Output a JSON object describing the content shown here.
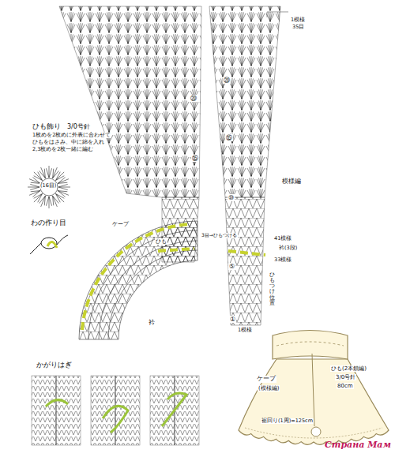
{
  "diagram": {
    "labels": [
      "ひも飾り",
      "3/0号針",
      "1枚めを2枚めに外表に合わせて",
      "ひもをはさみ、中に綿を入れ",
      "2,3枚めを2枚一緒に編む",
      "(16目)",
      "わの作り目",
      "ケープ",
      "ひも",
      "衿",
      "⑳",
      "⑮",
      "⑳",
      "⑮",
      "⑩",
      "⑤",
      "①",
      "1模様",
      "35目",
      "模様編",
      "3目→ひもつける",
      "41模様",
      "衿(3段)",
      "33模様",
      "ひもつけ位置",
      "1模様",
      "かがりはぎ",
      "ケープ",
      "(模様編)",
      "ひも(2本鎖編)",
      "3/0号針",
      "80cm",
      "裾回り(1周)=125cm",
      "Страна Мам"
    ]
  }
}
